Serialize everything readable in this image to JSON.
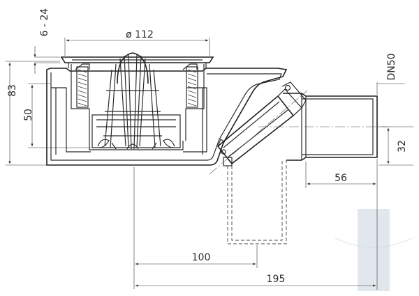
{
  "dimensions": {
    "diameter": "ø 112",
    "height_adjust": "6 - 24",
    "total_height": "83",
    "water_seal": "50",
    "pipe_size": "DN50",
    "outlet_height": "32",
    "pipe_stub": "56",
    "vertical_offset": "100",
    "total_length": "195"
  },
  "colors": {
    "stroke": "#2b2b2b",
    "watermark": "#c9d4de"
  }
}
